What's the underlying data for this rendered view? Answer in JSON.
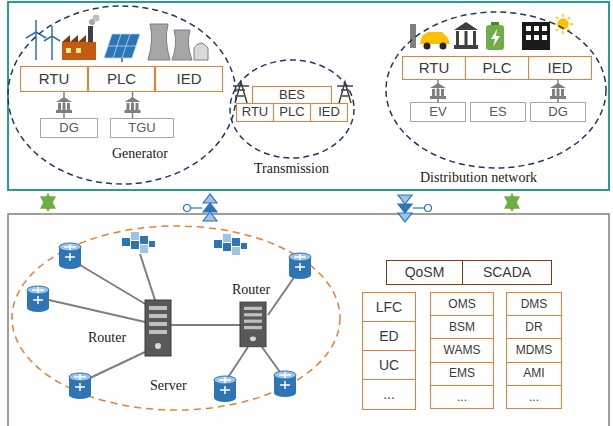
{
  "diagram": {
    "nodes": [
      {
        "text": [
          "Generator"
        ]
      },
      {
        "text": [
          "RTU"
        ],
        "in": 0
      },
      {
        "text": [
          "PLC"
        ],
        "in": 0
      },
      {
        "text": [
          "IED"
        ],
        "in": 0
      },
      {
        "text": [
          "DG"
        ],
        "in": 0
      },
      {
        "text": [
          "TGU"
        ],
        "in": 0
      },
      {
        "text": [
          "Transmission"
        ]
      },
      {
        "text": [
          "BES"
        ],
        "in": 6
      },
      {
        "text": [
          "RTU"
        ],
        "in": 6
      },
      {
        "text": [
          "PLC"
        ],
        "in": 6
      },
      {
        "text": [
          "IED"
        ],
        "in": 6
      },
      {
        "text": [
          "Distribution network"
        ]
      },
      {
        "text": [
          "RTU"
        ],
        "in": 11
      },
      {
        "text": [
          "PLC"
        ],
        "in": 11
      },
      {
        "text": [
          "IED"
        ],
        "in": 11
      },
      {
        "text": [
          "EV"
        ],
        "in": 11
      },
      {
        "text": [
          "ES"
        ],
        "in": 11
      },
      {
        "text": [
          "DG"
        ],
        "in": 11
      },
      {
        "text": [
          "QoSM"
        ]
      },
      {
        "text": [
          "SCADA"
        ]
      },
      {
        "text": [
          "LFC"
        ]
      },
      {
        "text": [
          "ED"
        ]
      },
      {
        "text": [
          "UC"
        ]
      },
      {
        "text": [
          "..."
        ]
      },
      {
        "text": [
          "OMS"
        ]
      },
      {
        "text": [
          "BSM"
        ]
      },
      {
        "text": [
          "WAMS"
        ]
      },
      {
        "text": [
          "EMS"
        ]
      },
      {
        "text": [
          "..."
        ]
      },
      {
        "text": [
          "DMS"
        ]
      },
      {
        "text": [
          "DR"
        ]
      },
      {
        "text": [
          "MDMS"
        ]
      },
      {
        "text": [
          "AMI"
        ]
      },
      {
        "text": [
          "..."
        ]
      }
    ],
    "edges": [
      {
        "from": 1,
        "to": 4,
        "arrow": "none"
      },
      {
        "from": 2,
        "to": 5,
        "arrow": "none"
      },
      {
        "from": 12,
        "to": 15,
        "arrow": "none"
      },
      {
        "from": 14,
        "to": 17,
        "arrow": "none"
      }
    ],
    "labels": [
      "Router",
      "Server",
      "Router"
    ]
  }
}
